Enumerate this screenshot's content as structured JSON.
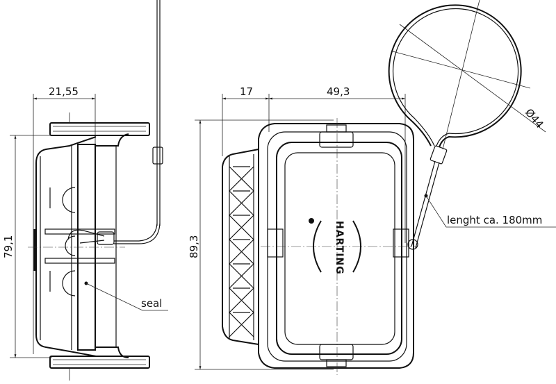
{
  "drawing": {
    "side_view": {
      "dim_width": "21,55",
      "dim_height": "79,1",
      "label_seal": "seal"
    },
    "front_view": {
      "dim_left": "17",
      "dim_width": "49,3",
      "dim_height": "89,3",
      "dim_loop_diameter": "Ø44",
      "label_length": "lenght ca. 180mm",
      "logo_text": "HARTING"
    },
    "colors": {
      "line": "#111111",
      "background": "#ffffff"
    }
  }
}
